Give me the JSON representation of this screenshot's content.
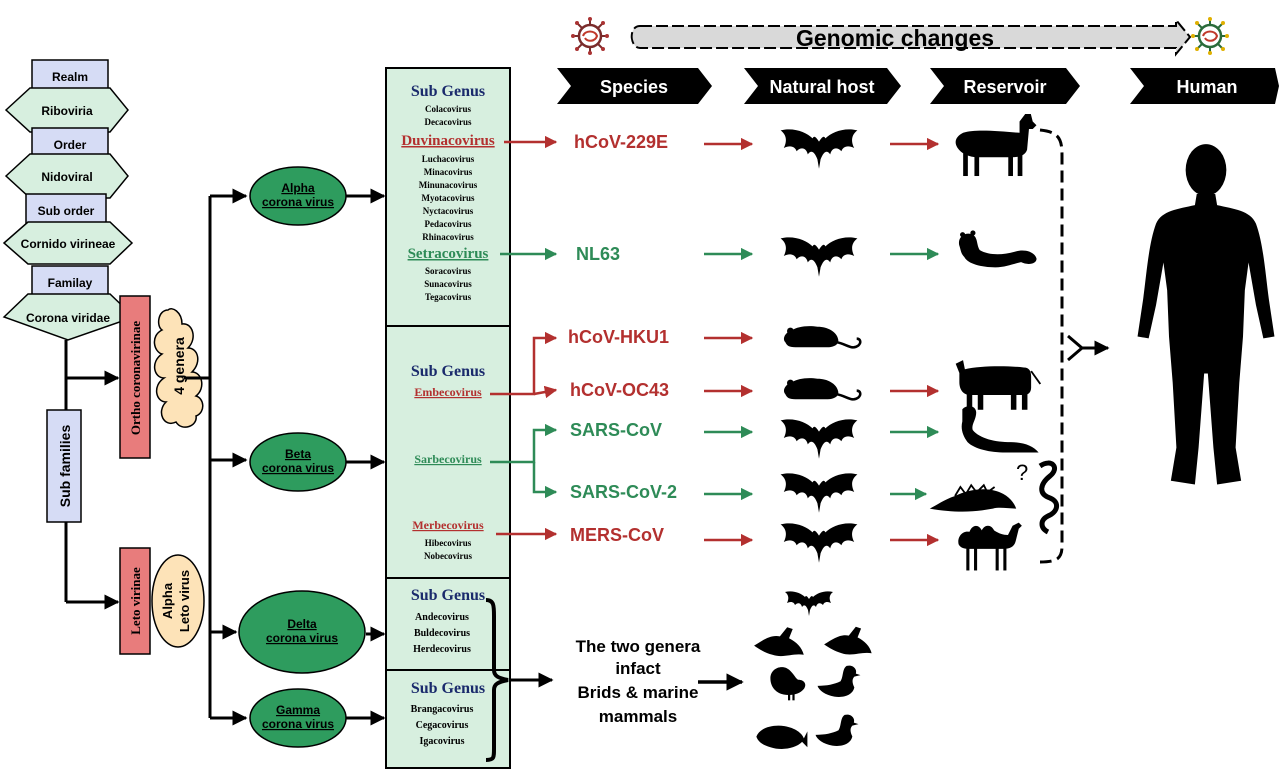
{
  "title": "Genomic changes",
  "headers": {
    "species": "Species",
    "natural_host": "Natural host",
    "reservoir": "Reservoir",
    "human": "Human"
  },
  "taxonomy": {
    "realm_label": "Realm",
    "realm": "Riboviria",
    "order_label": "Order",
    "order": "Nidoviral",
    "suborder_label": "Sub order",
    "suborder": "Cornido virineae",
    "family_label": "Familay",
    "family": "Corona viridae",
    "subfamilies_label": "Sub families",
    "ortho": "Ortho coronavirinae",
    "four_genera": "4 genera",
    "leto": "Leto virinae",
    "alpha_leto": [
      "Alpha",
      "Leto virus"
    ]
  },
  "genera": {
    "alpha": [
      "Alpha",
      "corona virus"
    ],
    "beta": [
      "Beta",
      "corona virus"
    ],
    "delta": [
      "Delta",
      "corona virus"
    ],
    "gamma": [
      "Gamma",
      "corona virus"
    ]
  },
  "subgenus_heading": "Sub Genus",
  "alpha_subgenera": {
    "before": [
      "Colacovirus",
      "Decacovirus"
    ],
    "highlight1": "Duvinacovirus",
    "middle": [
      "Luchacovirus",
      "Minacovirus",
      "Minunacovirus",
      "Myotacovirus",
      "Nyctacovirus",
      "Pedacovirus",
      "Rhinacovirus"
    ],
    "highlight2": "Setracovirus",
    "after": [
      "Soracovirus",
      "Sunacovirus",
      "Tegacovirus"
    ]
  },
  "beta_subgenera": {
    "embeco": "Embecovirus",
    "sarbeco": "Sarbecovirus",
    "merbeco": "Merbecovirus",
    "after": [
      "Hibecovirus",
      "Nobecovirus"
    ]
  },
  "delta_subgenera": [
    "Andecovirus",
    "Buldecovirus",
    "Herdecovirus"
  ],
  "gamma_subgenera": [
    "Brangacovirus",
    "Cegacovirus",
    "Igacovirus"
  ],
  "species": [
    "hCoV-229E",
    "NL63",
    "hCoV-HKU1",
    "hCoV-OC43",
    "SARS-CoV",
    "SARS-CoV-2",
    "MERS-CoV"
  ],
  "question_mark": "?",
  "birds_text": [
    "The two genera",
    "infact",
    "Brids & marine",
    "mammals"
  ],
  "colors": {
    "red": "#b3302f",
    "green": "#2e8b57",
    "navy": "#1a2a6c",
    "box_blue": "#d6dcf5",
    "box_green": "#d7efdf",
    "genus_green": "#2e9c5e",
    "pink": "#e87c7c",
    "cream": "#fde3b8"
  }
}
